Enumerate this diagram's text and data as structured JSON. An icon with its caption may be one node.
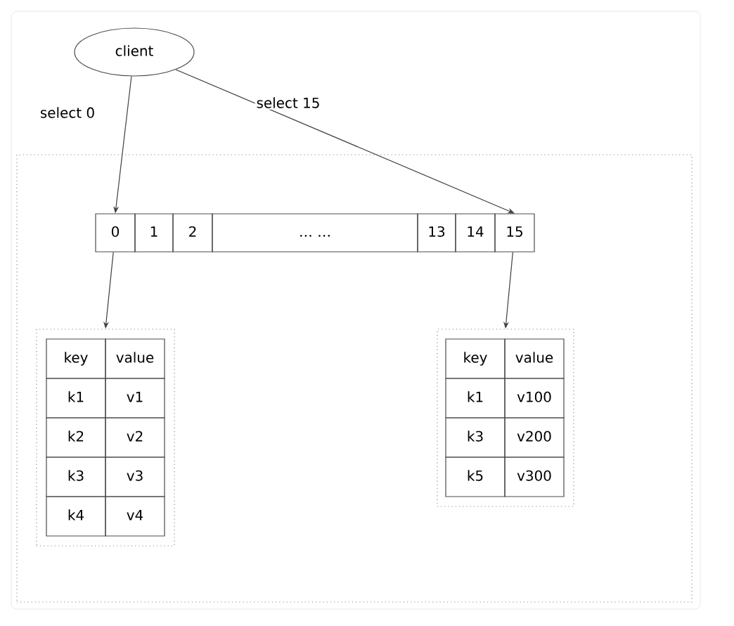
{
  "diagram": {
    "nodes": [
      {
        "text": [
          "client"
        ]
      },
      {
        "text": [],
        "shape": "box"
      },
      {
        "text": [
          "0"
        ],
        "in": 1
      },
      {
        "text": [
          "1"
        ],
        "in": 1
      },
      {
        "text": [
          "2"
        ],
        "in": 1
      },
      {
        "text": [
          "… …"
        ],
        "in": 1
      },
      {
        "text": [
          "13"
        ],
        "in": 1
      },
      {
        "text": [
          "14"
        ],
        "in": 1
      },
      {
        "text": [
          "15"
        ],
        "in": 1
      },
      {
        "text": [],
        "shape": "box",
        "in": 1
      },
      {
        "text": [
          "key"
        ],
        "in": 9
      },
      {
        "text": [
          "value"
        ],
        "in": 9
      },
      {
        "text": [
          "k1"
        ],
        "in": 9
      },
      {
        "text": [
          "v1"
        ],
        "in": 9
      },
      {
        "text": [
          "k2"
        ],
        "in": 9
      },
      {
        "text": [
          "v2"
        ],
        "in": 9
      },
      {
        "text": [
          "k3"
        ],
        "in": 9
      },
      {
        "text": [
          "v3"
        ],
        "in": 9
      },
      {
        "text": [
          "k4"
        ],
        "in": 9
      },
      {
        "text": [
          "v4"
        ],
        "in": 9
      },
      {
        "text": [],
        "shape": "box",
        "in": 1
      },
      {
        "text": [
          "key"
        ],
        "in": 20
      },
      {
        "text": [
          "value"
        ],
        "in": 20
      },
      {
        "text": [
          "k1"
        ],
        "in": 20
      },
      {
        "text": [
          "v100"
        ],
        "in": 20
      },
      {
        "text": [
          "k3"
        ],
        "in": 20
      },
      {
        "text": [
          "v200"
        ],
        "in": 20
      },
      {
        "text": [
          "k5"
        ],
        "in": 20
      },
      {
        "text": [
          "v300"
        ],
        "in": 20
      }
    ],
    "edges": [
      {
        "from": 0,
        "to": 2,
        "arrow": "to",
        "label": "select 0"
      },
      {
        "from": 0,
        "to": 8,
        "arrow": "to",
        "label": "select 15"
      },
      {
        "from": 2,
        "to": 9,
        "arrow": "to"
      },
      {
        "from": 8,
        "to": 20,
        "arrow": "to"
      }
    ]
  }
}
